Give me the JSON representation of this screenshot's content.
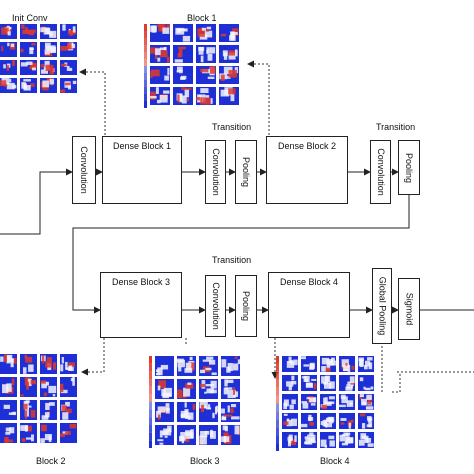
{
  "labels": {
    "init_conv": "Init Conv",
    "block1": "Block 1",
    "block2": "Block 2",
    "block3": "Block 3",
    "block4": "Block 4"
  },
  "row1": {
    "conv": "Convolution",
    "dense1": "Dense Block 1",
    "trans1": "Transition",
    "trans1_conv": "Convolution",
    "trans1_pool": "Pooling",
    "dense2": "Dense Block 2",
    "trans2": "Transition",
    "trans2_conv": "Convolution",
    "trans2_pool": "Pooling"
  },
  "row2": {
    "dense3": "Dense Block 3",
    "trans3": "Transition",
    "trans3_conv": "Convolution",
    "trans3_pool": "Pooling",
    "dense4": "Dense Block 4",
    "global_pool": "Global Pooling",
    "sigmoid": "Sigmoid"
  },
  "colors": {
    "heat_blue": "#1f2fd6",
    "heat_red": "#e23a2a",
    "heat_white": "#f4f4fb",
    "node_fill": "#cfe0f5",
    "node_last": "#2f78c8"
  }
}
